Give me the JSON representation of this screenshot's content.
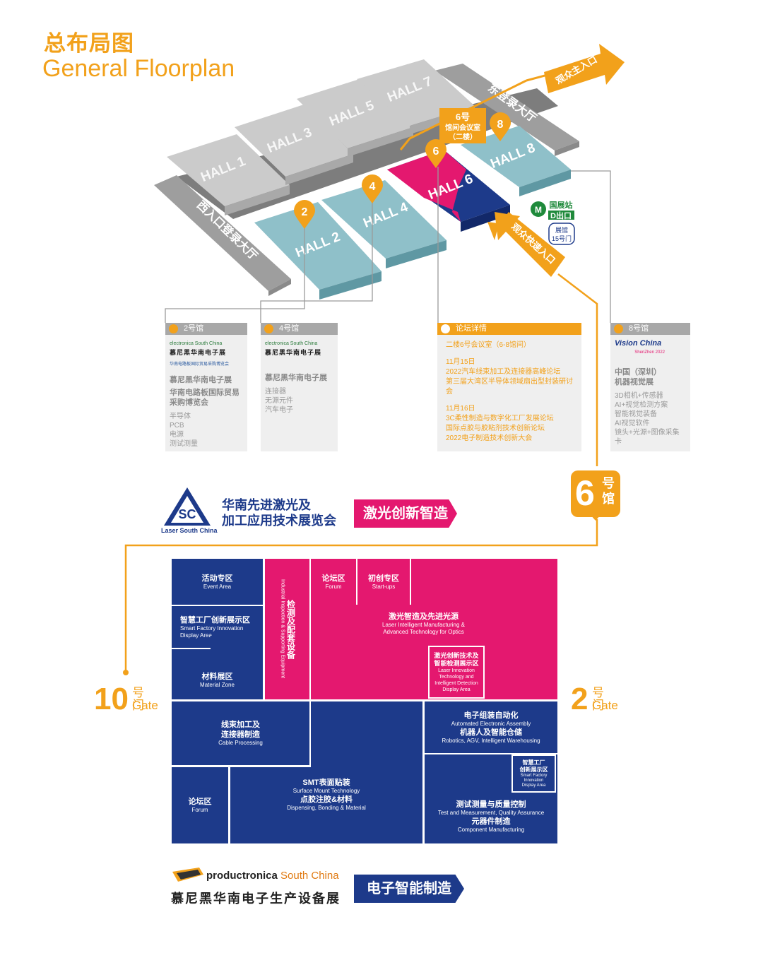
{
  "title_cn": "总布局图",
  "title_en": "General Floorplan",
  "halls": {
    "h1": "HALL 1",
    "h3": "HALL 3",
    "h5": "HALL 5",
    "h7": "HALL 7",
    "h2": "HALL 2",
    "h4": "HALL 4",
    "h6": "HALL 6",
    "h8": "HALL 8",
    "west_lobby": "西入口登录大厅",
    "east_lobby": "东登录大厅"
  },
  "markers": {
    "m2": "2",
    "m4": "4",
    "m6": "6",
    "m8": "8"
  },
  "conference": {
    "line1": "6号",
    "line2": "馆间会议室",
    "line3": "（二楼）"
  },
  "entrances": {
    "main": "观众主入口",
    "fast": "观众快速入口"
  },
  "metro": {
    "station": "国展站",
    "exit": "D出口",
    "gate_line1": "展馆",
    "gate_line2": "15号门"
  },
  "cards": {
    "hall2": {
      "head": "2号馆",
      "logo_en": "electronica South China",
      "logo_cn": "慕尼黑华南电子展",
      "logo2": "华南电路板国际贸易采购博览会",
      "title1": "慕尼黑华南电子展",
      "title2": "华南电路板国际贸易采购博览会",
      "items": [
        "半导体",
        "PCB",
        "电源",
        "测试测量"
      ]
    },
    "hall4": {
      "head": "4号馆",
      "logo_en": "electronica South China",
      "logo_cn": "慕尼黑华南电子展",
      "title1": "慕尼黑华南电子展",
      "items": [
        "连接器",
        "无源元件",
        "汽车电子"
      ]
    },
    "forum": {
      "head": "论坛详情",
      "venue": "二楼6号会议室（6-8馆间）",
      "date1": "11月15日",
      "d1_items": [
        "2022汽车线束加工及连接器高峰论坛",
        "第三届大湾区半导体领域扇出型封装研讨会"
      ],
      "date2": "11月16日",
      "d2_items": [
        "3C柔性制造与数字化工厂发展论坛",
        "国际点胶与胶粘剂技术创新论坛",
        "2022电子制造技术创新大会"
      ]
    },
    "hall8": {
      "head": "8号馆",
      "logo": "Vision China",
      "logo_sub": "ShenZhen 2022",
      "title1": "中国（深圳）",
      "title2": "机器视觉展",
      "items": [
        "3D相机+传感器",
        "AI+视觉检测方案",
        "智能视觉装备",
        "AI视觉软件",
        "镜头+光源+图像采集卡"
      ]
    }
  },
  "hall6_badge": {
    "num": "6",
    "label1": "号",
    "label2": "馆"
  },
  "laser": {
    "logo_text": "Laser South China",
    "name1": "华南先进激光及",
    "name2": "加工应用技术展览会",
    "banner": "激光创新智造"
  },
  "zones": {
    "event": {
      "cn": "活动专区",
      "en": "Event Area"
    },
    "smart_factory": {
      "cn": "智慧工厂创新展示区",
      "en1": "Smart Factory Innovation",
      "en2": "Display Area"
    },
    "material": {
      "cn": "材料展区",
      "en": "Material Zone"
    },
    "inspection": {
      "cn": "检测及配套设备",
      "en": "Industrial Inspection & Supporting Equipment"
    },
    "forum_top": {
      "cn": "论坛区",
      "en": "Forum"
    },
    "startups": {
      "cn": "初创专区",
      "en": "Start-ups"
    },
    "laser_mfg": {
      "cn": "激光智造及先进光源",
      "en1": "Laser Intelligent Manufacturing &",
      "en2": "Advanced Technology for Optics"
    },
    "laser_innov": {
      "cn1": "激光创新技术及",
      "cn2": "智能检测展示区",
      "en1": "Laser Innovation",
      "en2": "Technology and",
      "en3": "Intelligent Detection",
      "en4": "Display Area"
    },
    "cable": {
      "cn1": "线束加工及",
      "cn2": "连接器制造",
      "en": "Cable Processing"
    },
    "forum_bottom": {
      "cn": "论坛区",
      "en": "Forum"
    },
    "smt": {
      "cn1": "SMT表面贴装",
      "en1": "Surface Mount Technology",
      "cn2": "点胶注胶&材料",
      "en2": "Dispensing, Bonding & Material"
    },
    "assembly": {
      "cn1": "电子组装自动化",
      "en1": "Automated Electronic Assembly",
      "cn2": "机器人及智能仓储",
      "en2": "Robotics, AGV, Intelligent Warehousing"
    },
    "smart_small": {
      "cn1": "智慧工厂",
      "cn2": "创新展示区",
      "en1": "Smart Factory",
      "en2": "Innovation",
      "en3": "Display Area"
    },
    "test": {
      "cn1": "测试测量与质量控制",
      "en1": "Test and Measurement, Quality Assurance",
      "cn2": "元器件制造",
      "en2": "Component Manufacturing"
    }
  },
  "gates": {
    "left": {
      "num": "10",
      "cn": "号门",
      "en": "Gate"
    },
    "right": {
      "num": "2",
      "cn": "号门",
      "en": "Gate"
    }
  },
  "productronica": {
    "name_en1": "productronica",
    "name_en2": "South China",
    "name_cn": "慕尼黑华南电子生产设备展",
    "banner": "电子智能制造"
  },
  "colors": {
    "orange": "#f2a11b",
    "navy": "#1d3a8a",
    "pink": "#e4186f",
    "teal": "#8fc0c9",
    "gray": "#c4c4c4"
  }
}
